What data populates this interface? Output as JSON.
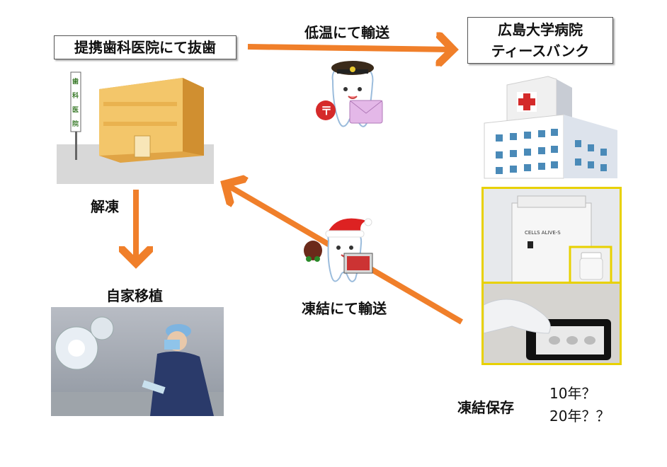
{
  "clinic_label": "提携歯科医院にて抜歯",
  "bank_label_line1": "広島大学病院",
  "bank_label_line2": "ティースバンク",
  "transport_cold": "低温にて輸送",
  "transport_frozen": "凍結にて輸送",
  "thaw": "解凍",
  "transplant": "自家移植",
  "frozen_storage": "凍結保存",
  "years1": "10年？",
  "years2": "20年？？",
  "clinic_sign": "歯科医院",
  "machine_label": "CELLS ALIVE-S",
  "colors": {
    "arrow": "#f07f2a",
    "frame": "#e8d100",
    "building": "#f3c66a"
  }
}
